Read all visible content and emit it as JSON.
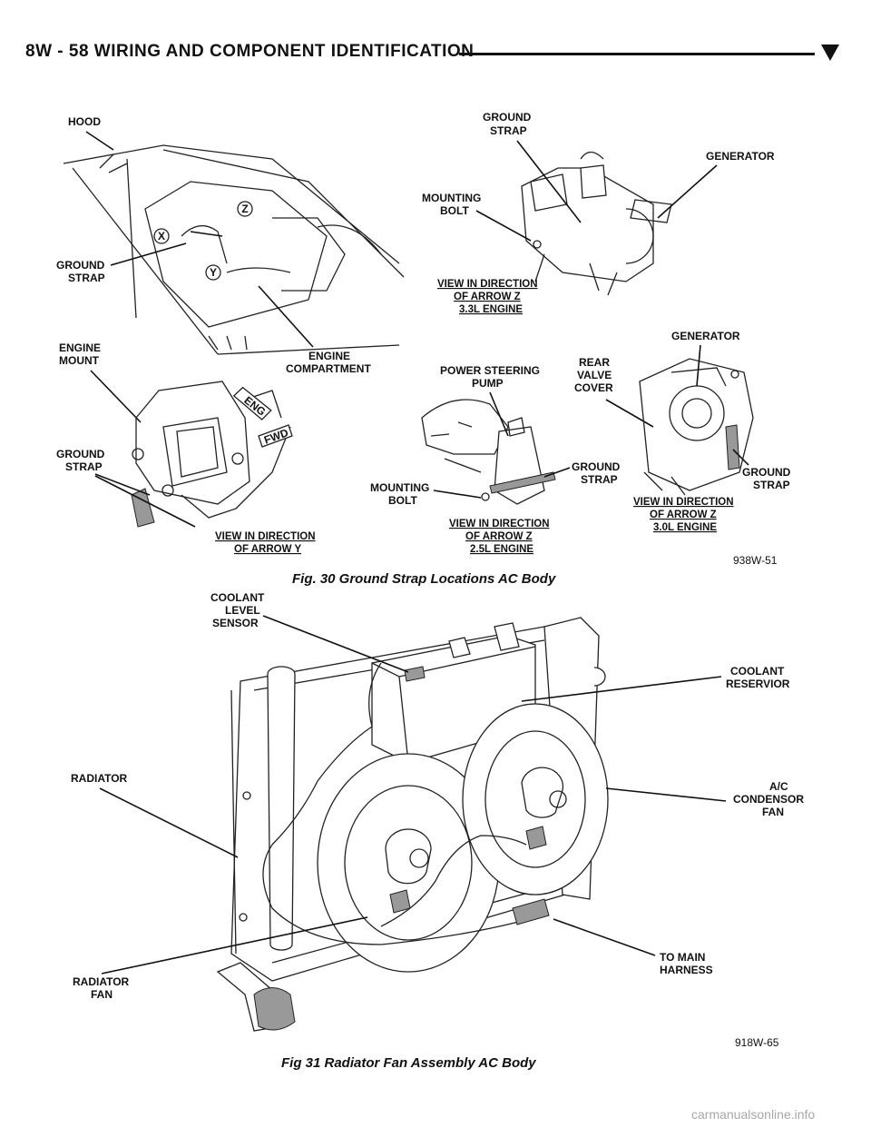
{
  "header": {
    "title": "8W - 58   WIRING AND COMPONENT IDENTIFICATION"
  },
  "fig30": {
    "caption": "Fig. 30 Ground Strap Locations AC Body",
    "code": "938W-51",
    "labels": {
      "hood": "HOOD",
      "ground_strap_1a": "GROUND",
      "ground_strap_1b": "STRAP",
      "engine_mount_a": "ENGINE",
      "engine_mount_b": "MOUNT",
      "engine_comp_a": "ENGINE",
      "engine_comp_b": "COMPARTMENT",
      "ground_strap_2a": "GROUND",
      "ground_strap_2b": "STRAP",
      "view_y_a": "VIEW IN DIRECTION",
      "view_y_b": "OF ARROW Y",
      "gs_top_a": "GROUND",
      "gs_top_b": "STRAP",
      "generator_1": "GENERATOR",
      "mounting_bolt_1a": "MOUNTING",
      "mounting_bolt_1b": "BOLT",
      "view_33_a": "VIEW IN DIRECTION",
      "view_33_b": "OF ARROW Z",
      "view_33_c": "3.3L ENGINE",
      "power_steering_a": "POWER STEERING",
      "power_steering_b": "PUMP",
      "rear_valve_a": "REAR",
      "rear_valve_b": "VALVE",
      "rear_valve_c": "COVER",
      "generator_2": "GENERATOR",
      "gs_mid_a": "GROUND",
      "gs_mid_b": "STRAP",
      "mounting_bolt_2a": "MOUNTING",
      "mounting_bolt_2b": "BOLT",
      "view_25_a": "VIEW IN DIRECTION",
      "view_25_b": "OF ARROW Z",
      "view_25_c": "2.5L ENGINE",
      "gs_right_a": "GROUND",
      "gs_right_b": "STRAP",
      "view_30_a": "VIEW IN DIRECTION",
      "view_30_b": "OF ARROW Z",
      "view_30_c": "3.0L ENGINE",
      "arrow_x": "X",
      "arrow_y": "Y",
      "arrow_z": "Z",
      "eng_tag": "ENG",
      "fwd_tag": "FWD"
    }
  },
  "fig31": {
    "caption": "Fig 31 Radiator Fan Assembly AC Body",
    "code": "918W-65",
    "labels": {
      "coolant_level_a": "COOLANT",
      "coolant_level_b": "LEVEL",
      "coolant_level_c": "SENSOR",
      "coolant_res_a": "COOLANT",
      "coolant_res_b": "RESERVIOR",
      "radiator": "RADIATOR",
      "ac_a": "A/C",
      "ac_b": "CONDENSOR",
      "ac_c": "FAN",
      "main_a": "TO MAIN",
      "main_b": "HARNESS",
      "rad_fan_a": "RADIATOR",
      "rad_fan_b": "FAN"
    }
  },
  "watermark": "carmanualsonline.info"
}
